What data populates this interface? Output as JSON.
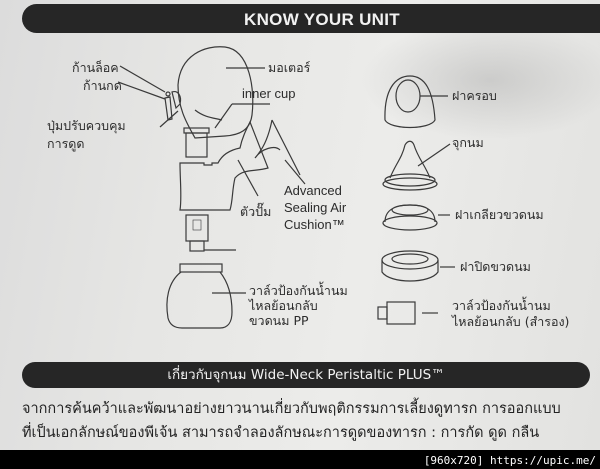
{
  "header": {
    "title": "KNOW YOUR UNIT"
  },
  "pump_labels": {
    "lock_lever": "ก้านล็อค",
    "press_lever": "ก้านกด",
    "suction_knob_line1": "ปุ่มปรับควบคุม",
    "suction_knob_line2": "การดูด",
    "motor": "มอเตอร์",
    "inner_cup": "inner cup",
    "pump_body": "ตัวปั๊ม",
    "cushion_line1": "Advanced",
    "cushion_line2": "Sealing Air",
    "cushion_line3": "Cushion™",
    "valve_line1": "วาล์วป้องกันน้ำนม",
    "valve_line2": "ไหลย้อนกลับ",
    "bottle": "ขวดนม PP"
  },
  "bottle_labels": {
    "hood": "ฝาครอบ",
    "nipple": "จุกนม",
    "screw_ring": "ฝาเกลียวขวดนม",
    "sealing_disc": "ฝาปิดขวดนม",
    "spare_valve_line1": "วาล์วป้องกันน้ำนม",
    "spare_valve_line2": "ไหลย้อนกลับ (สำรอง)"
  },
  "section": {
    "title": "เกี่ยวกับจุกนม Wide-Neck Peristaltic PLUS™",
    "line1": "จากการค้นคว้าและพัฒนาอย่างยาวนานเกี่ยวกับพฤติกรรมการเลี้ยงดูทารก การออกแบบ",
    "line2": "ที่เป็นเอกลักษณ์ของพีเจ้น สามารถจำลองลักษณะการดูดของทารก : การกัด ดูด กลืน"
  },
  "watermark": "[960x720] https://upic.me/"
}
